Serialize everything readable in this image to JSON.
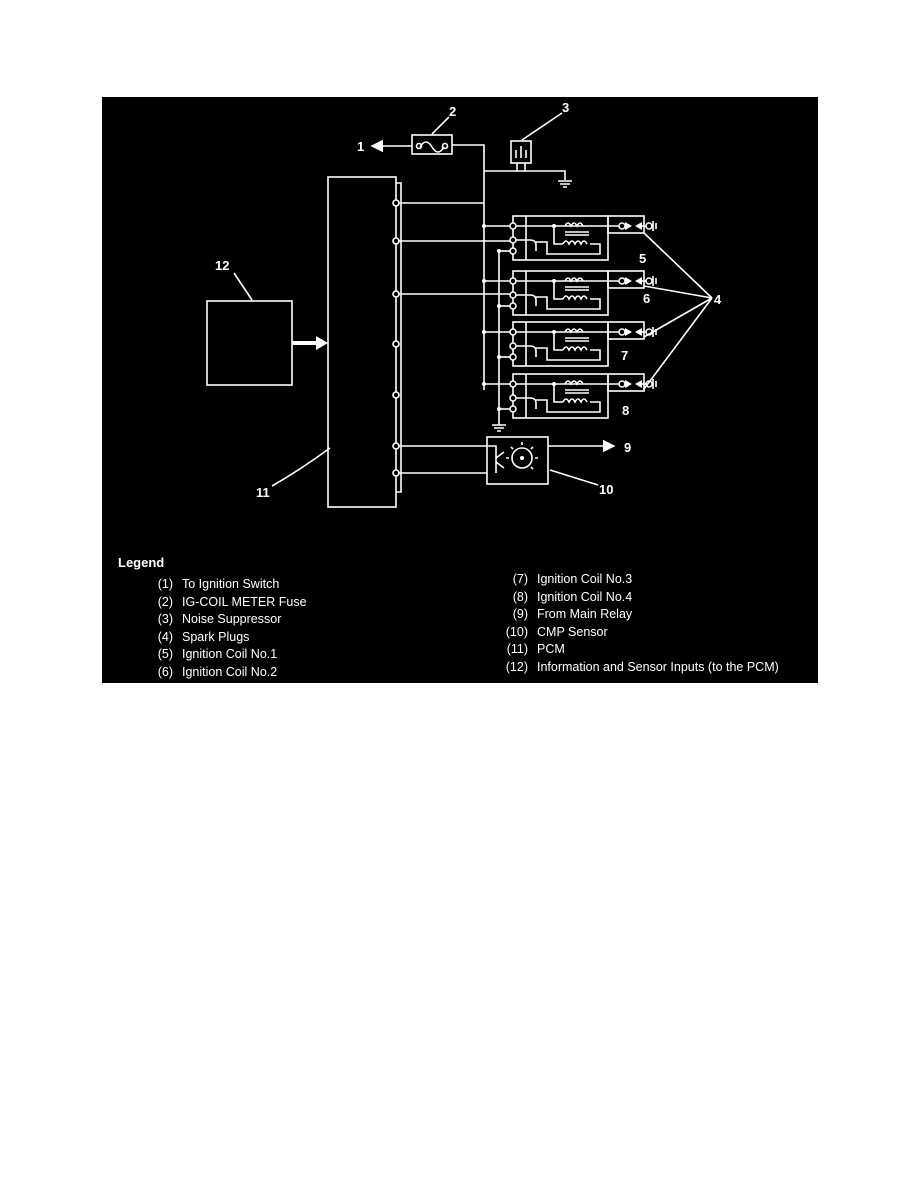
{
  "labels": {
    "n1": "1",
    "n2": "2",
    "n3": "3",
    "n4": "4",
    "n5": "5",
    "n6": "6",
    "n7": "7",
    "n8": "8",
    "n9": "9",
    "n10": "10",
    "n11": "11",
    "n12": "12"
  },
  "legend": {
    "title": "Legend",
    "left": [
      {
        "num": "(1)",
        "text": "To Ignition Switch"
      },
      {
        "num": "(2)",
        "text": "IG-COIL METER Fuse"
      },
      {
        "num": "(3)",
        "text": "Noise Suppressor"
      },
      {
        "num": "(4)",
        "text": "Spark Plugs"
      },
      {
        "num": "(5)",
        "text": "Ignition Coil No.1"
      },
      {
        "num": "(6)",
        "text": "Ignition Coil No.2"
      }
    ],
    "right": [
      {
        "num": "(7)",
        "text": "Ignition Coil No.3"
      },
      {
        "num": "(8)",
        "text": "Ignition Coil No.4"
      },
      {
        "num": "(9)",
        "text": "From Main Relay"
      },
      {
        "num": "(10)",
        "text": "CMP Sensor"
      },
      {
        "num": "(11)",
        "text": "PCM"
      },
      {
        "num": "(12)",
        "text": "Information and Sensor Inputs (to the PCM)"
      }
    ]
  },
  "colors": {
    "background": "#000000",
    "lines": "#ffffff"
  }
}
